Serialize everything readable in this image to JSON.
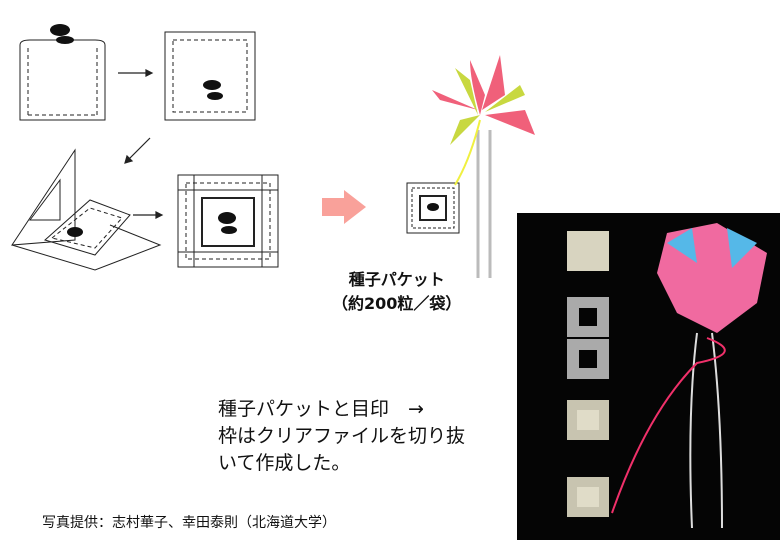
{
  "packet_label": {
    "line1": "種子パケット",
    "line2": "（約200粒／袋）"
  },
  "note": {
    "line1": "種子パケットと目印　→",
    "line2": "枠はクリアファイルを切り抜",
    "line3": "いて作成した。"
  },
  "credit": "写真提供：志村華子、幸田泰則（北海道大学）",
  "colors": {
    "arrow": "#f9a19a",
    "marker_pink": "#f0607a",
    "marker_yellow": "#c8d840",
    "photo_bg": "#050505"
  }
}
